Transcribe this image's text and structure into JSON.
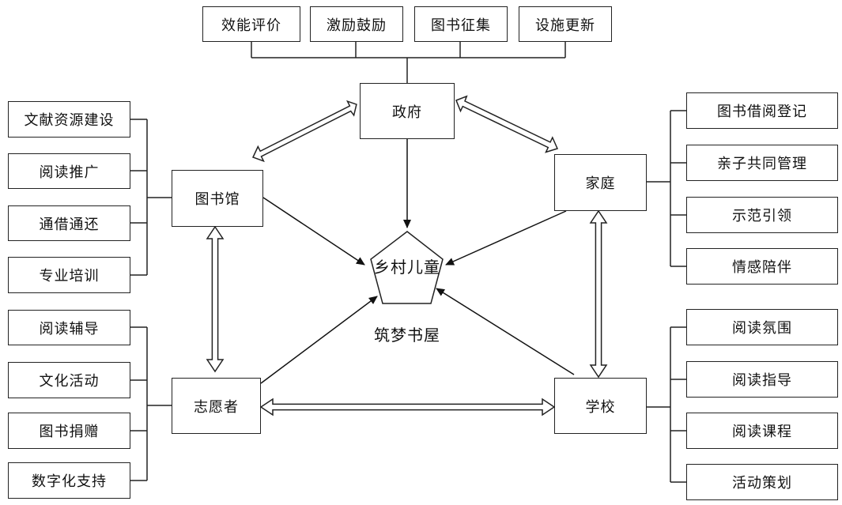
{
  "top_items": [
    "效能评价",
    "激励鼓励",
    "图书征集",
    "设施更新"
  ],
  "nodes": {
    "government": "政府",
    "library": "图书馆",
    "family": "家庭",
    "volunteer": "志愿者",
    "school": "学校"
  },
  "center": {
    "label": "乡村儿童",
    "caption": "筑梦书屋"
  },
  "library_items": [
    "文献资源建设",
    "阅读推广",
    "通借通还",
    "专业培训"
  ],
  "volunteer_items": [
    "阅读辅导",
    "文化活动",
    "图书捐赠",
    "数字化支持"
  ],
  "family_items": [
    "图书借阅登记",
    "亲子共同管理",
    "示范引领",
    "情感陪伴"
  ],
  "school_items": [
    "阅读氛围",
    "阅读指导",
    "阅读课程",
    "活动策划"
  ]
}
